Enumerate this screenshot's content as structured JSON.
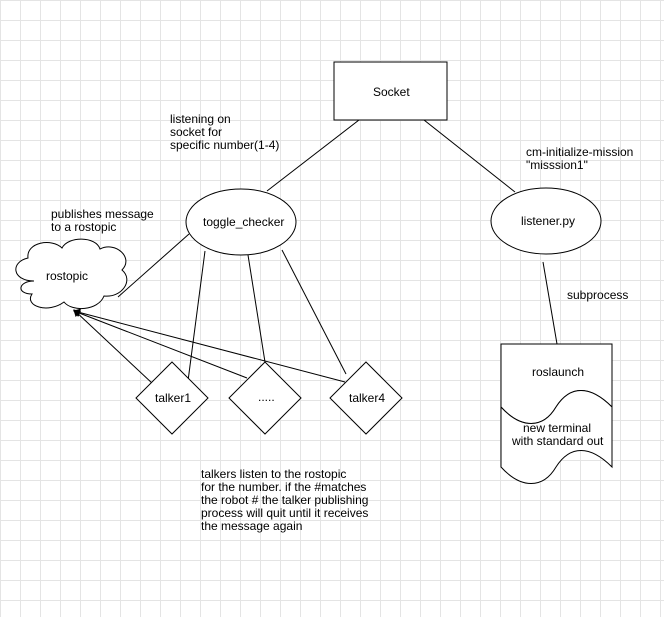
{
  "nodes": {
    "socket": "Socket",
    "toggle_checker": "toggle_checker",
    "listener": "listener.py",
    "rostopic": "rostopic",
    "talker1": "talker1",
    "talker_dots": ".....",
    "talker4": "talker4",
    "roslaunch": "roslaunch",
    "terminal": [
      "new terminal",
      "with standard out"
    ]
  },
  "annotations": {
    "listening": [
      "listening on",
      "socket for",
      "specific number(1-4)"
    ],
    "cm_initialize": [
      "cm-initialize-mission",
      "\"misssion1\""
    ],
    "publishes": [
      "publishes message",
      "to a rostopic"
    ],
    "subprocess": "subprocess",
    "talkers_note": [
      "talkers listen to the rostopic",
      "for the number. if the #matches",
      "the robot # the talker publishing",
      "process will quit until it receives",
      "the message again"
    ]
  }
}
